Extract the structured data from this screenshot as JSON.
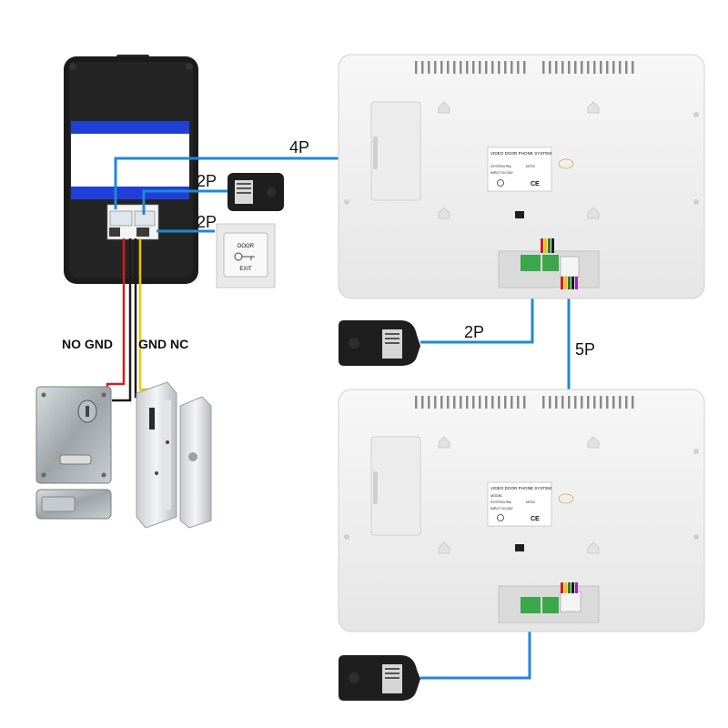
{
  "connections": {
    "monitor_link": "4P",
    "power_outdoor": "2P",
    "exit_button": "2P",
    "power_monitor_1": "2P",
    "monitor_to_monitor": "5P"
  },
  "lock_labels": {
    "electric_lock": "NO GND",
    "magnetic_lock": "GND NC"
  },
  "exit_button": {
    "top_text": "DOOR",
    "bottom_text": "EXIT"
  },
  "monitor_labels": {
    "system_title": "VIDEO DOOR PHONE SYSTEM",
    "system_row": "SYSTEM  PAL",
    "ntsc": "NTSC",
    "input_row": "INPUT   DC15V",
    "model_row": "MODEL"
  },
  "colors": {
    "wire_blue": "#1e88d8",
    "wire_red": "#d21e1e",
    "wire_yellow": "#f2c400",
    "panel_black": "#1b1b1b",
    "monitor_body": "#f2f2f2",
    "connector_green": "#3aa84a"
  }
}
